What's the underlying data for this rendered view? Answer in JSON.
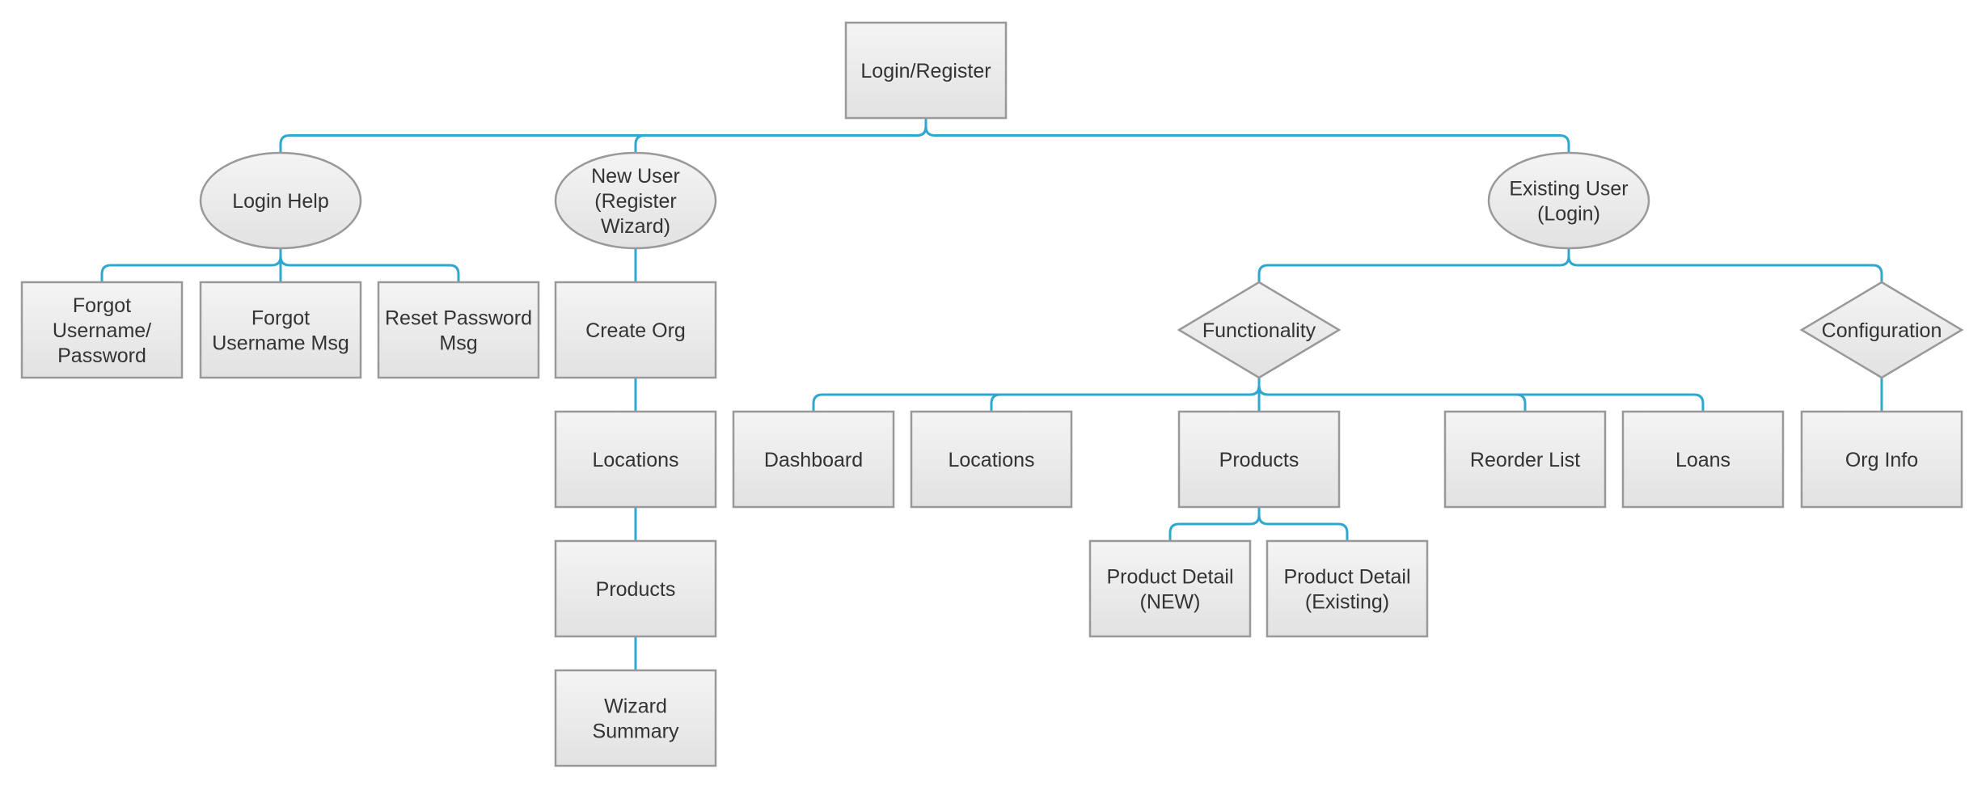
{
  "colors": {
    "connector": "#2fa8cf",
    "node_fill_top": "#f4f4f4",
    "node_fill_bottom": "#e2e2e2",
    "node_stroke": "#999999",
    "text": "#333333"
  },
  "nodes": [
    {
      "id": "login-register",
      "label": "Login/Register",
      "shape": "rect"
    },
    {
      "id": "login-help",
      "label": "Login Help",
      "shape": "ellipse"
    },
    {
      "id": "new-user",
      "label": "New User\n(Register\nWizard)",
      "shape": "ellipse"
    },
    {
      "id": "existing-user",
      "label": "Existing User\n(Login)",
      "shape": "ellipse"
    },
    {
      "id": "forgot-username-password",
      "label": "Forgot\nUsername/\nPassword",
      "shape": "rect"
    },
    {
      "id": "forgot-username-msg",
      "label": "Forgot\nUsername Msg",
      "shape": "rect"
    },
    {
      "id": "reset-password-msg",
      "label": "Reset Password\nMsg",
      "shape": "rect"
    },
    {
      "id": "create-org",
      "label": "Create Org",
      "shape": "rect"
    },
    {
      "id": "wizard-locations",
      "label": "Locations",
      "shape": "rect"
    },
    {
      "id": "wizard-products",
      "label": "Products",
      "shape": "rect"
    },
    {
      "id": "wizard-summary",
      "label": "Wizard\nSummary",
      "shape": "rect"
    },
    {
      "id": "functionality",
      "label": "Functionality",
      "shape": "diamond"
    },
    {
      "id": "configuration",
      "label": "Configuration",
      "shape": "diamond"
    },
    {
      "id": "dashboard",
      "label": "Dashboard",
      "shape": "rect"
    },
    {
      "id": "locations",
      "label": "Locations",
      "shape": "rect"
    },
    {
      "id": "products",
      "label": "Products",
      "shape": "rect"
    },
    {
      "id": "reorder-list",
      "label": "Reorder List",
      "shape": "rect"
    },
    {
      "id": "loans",
      "label": "Loans",
      "shape": "rect"
    },
    {
      "id": "org-info",
      "label": "Org Info",
      "shape": "rect"
    },
    {
      "id": "product-detail-new",
      "label": "Product Detail\n(NEW)",
      "shape": "rect"
    },
    {
      "id": "product-detail-existing",
      "label": "Product Detail\n(Existing)",
      "shape": "rect"
    }
  ],
  "edges": [
    {
      "from": "login-register",
      "to": "login-help",
      "style": "bracket"
    },
    {
      "from": "login-register",
      "to": "new-user",
      "style": "bracket"
    },
    {
      "from": "login-register",
      "to": "existing-user",
      "style": "bracket"
    },
    {
      "from": "login-help",
      "to": "forgot-username-password",
      "style": "bracket"
    },
    {
      "from": "login-help",
      "to": "forgot-username-msg",
      "style": "bracket"
    },
    {
      "from": "login-help",
      "to": "reset-password-msg",
      "style": "bracket"
    },
    {
      "from": "new-user",
      "to": "create-org",
      "style": "straight"
    },
    {
      "from": "create-org",
      "to": "wizard-locations",
      "style": "straight"
    },
    {
      "from": "wizard-locations",
      "to": "wizard-products",
      "style": "straight"
    },
    {
      "from": "wizard-products",
      "to": "wizard-summary",
      "style": "straight"
    },
    {
      "from": "existing-user",
      "to": "functionality",
      "style": "bracket"
    },
    {
      "from": "existing-user",
      "to": "configuration",
      "style": "bracket"
    },
    {
      "from": "functionality",
      "to": "dashboard",
      "style": "bracket"
    },
    {
      "from": "functionality",
      "to": "locations",
      "style": "bracket"
    },
    {
      "from": "functionality",
      "to": "products",
      "style": "bracket"
    },
    {
      "from": "functionality",
      "to": "reorder-list",
      "style": "bracket"
    },
    {
      "from": "functionality",
      "to": "loans",
      "style": "bracket"
    },
    {
      "from": "configuration",
      "to": "org-info",
      "style": "straight"
    },
    {
      "from": "products",
      "to": "product-detail-new",
      "style": "bracket"
    },
    {
      "from": "products",
      "to": "product-detail-existing",
      "style": "bracket"
    }
  ]
}
